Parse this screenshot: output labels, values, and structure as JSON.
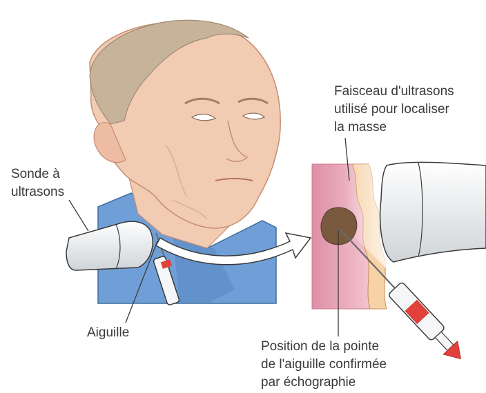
{
  "labels": {
    "probe": [
      "Sonde à",
      "ultrasons"
    ],
    "needle": "Aiguille",
    "beam": [
      "Faisceau d'ultrasons",
      "utilisé pour localiser",
      "la masse"
    ],
    "tip": [
      "Position de la pointe",
      "de l'aiguille confirmée",
      "par échographie"
    ]
  },
  "colors": {
    "skin": "#f2cbb3",
    "skin_shadow": "#e0a98f",
    "hair": "#c7b29a",
    "shirt": "#6f9fd6",
    "tissue": "#e8a0b2",
    "mass": "#7a5a3e",
    "syringe_red": "#e0413a",
    "probe": "#e9ecef",
    "line": "#3a3a3a"
  }
}
